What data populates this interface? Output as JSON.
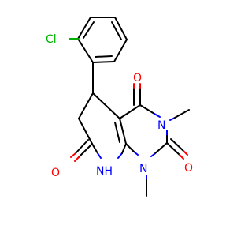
{
  "atoms": {
    "chlorine": "Cl",
    "oxygen_c4": "O",
    "oxygen_c2": "O",
    "oxygen_c7": "O",
    "nitrogen_3": "N",
    "nitrogen_1": "N",
    "nitrogen_8": "NH"
  },
  "colors": {
    "bond": "#000000",
    "oxygen": "#ff0000",
    "nitrogen": "#0000ff",
    "chlorine": "#00b000",
    "background": "#ffffff"
  }
}
